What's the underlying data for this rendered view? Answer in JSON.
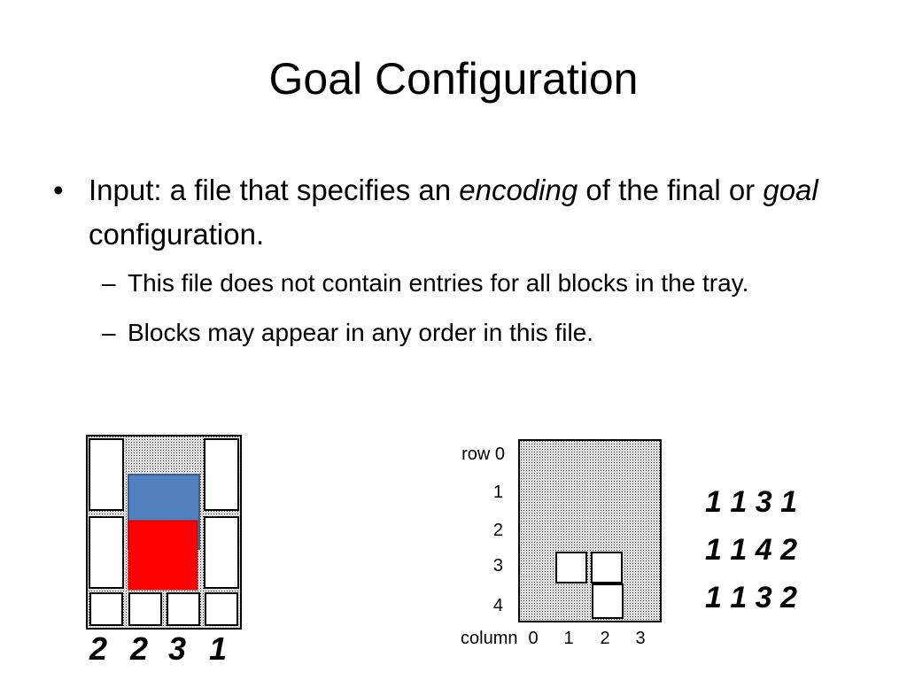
{
  "slide": {
    "title": "Goal Configuration",
    "bullet1": {
      "part1": "Input: a file that specifies an ",
      "em1": "encoding",
      "part2": " of the final or ",
      "em2": "goal",
      "part3": " configuration."
    },
    "subbullets": [
      "This file does not contain entries for all blocks in the tray.",
      "Blocks may appear in any order in this file."
    ],
    "bullet_char": "•",
    "dash_char": "–"
  },
  "left_tray": {
    "numbers": [
      "2",
      "2",
      "3",
      "1"
    ],
    "colors": {
      "blue": "#5080bd",
      "red": "#ff0000"
    }
  },
  "right_tray": {
    "row_labels": [
      "row 0",
      "1",
      "2",
      "3",
      "4"
    ],
    "column_label": "column",
    "column_numbers": [
      "0",
      "1",
      "2",
      "3"
    ]
  },
  "encoding_lines": [
    "1 1 3 1",
    "1 1 4 2",
    "1 1 3 2"
  ]
}
